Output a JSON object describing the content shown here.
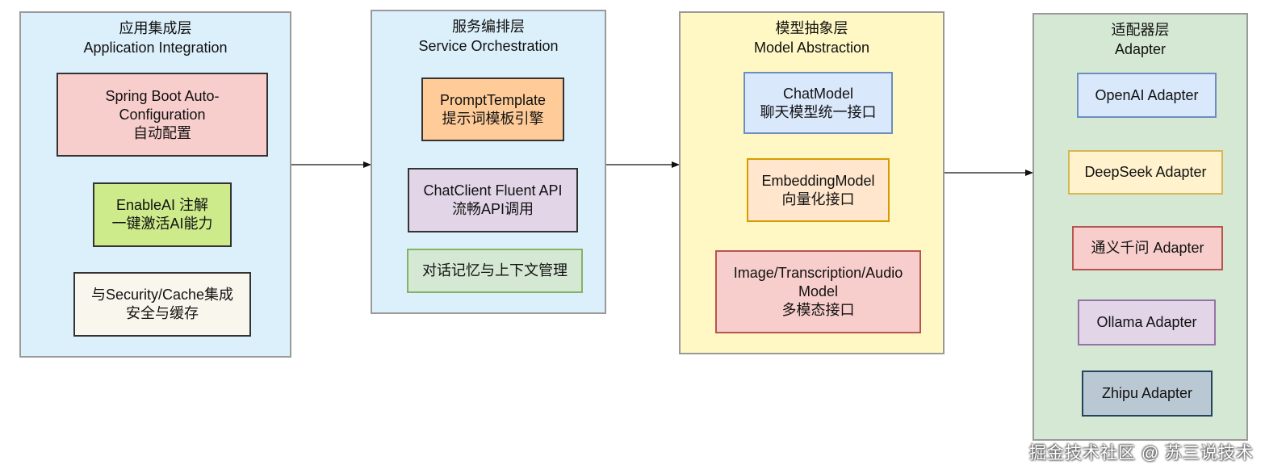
{
  "colors": {
    "layer_app": "#dcf0fb",
    "layer_service": "#dcf0fb",
    "layer_model": "#fff8c4",
    "layer_adapter": "#d5e8d4",
    "red": "#f8cecc",
    "green": "#cdeb8b",
    "cream": "#f9f7ed",
    "orange": "#ffcc99",
    "purple": "#e1d5e7",
    "lightgreen": "#d5e8d4",
    "blue": "#dae8fc",
    "peach": "#ffe6cc",
    "yellow": "#fff2cc",
    "slate": "#bac8d3"
  },
  "layers": {
    "app": {
      "title_cn": "应用集成层",
      "title_en": "Application Integration",
      "nodes": [
        {
          "line1": "Spring Boot Auto-",
          "line2": "Configuration",
          "line3": "自动配置"
        },
        {
          "line1": "EnableAI 注解",
          "line2": "一键激活AI能力"
        },
        {
          "line1": "与Security/Cache集成",
          "line2": "安全与缓存"
        }
      ]
    },
    "service": {
      "title_cn": "服务编排层",
      "title_en": "Service Orchestration",
      "nodes": [
        {
          "line1": "PromptTemplate",
          "line2": "提示词模板引擎"
        },
        {
          "line1": "ChatClient Fluent API",
          "line2": "流畅API调用"
        },
        {
          "line1": "对话记忆与上下文管理"
        }
      ]
    },
    "model": {
      "title_cn": "模型抽象层",
      "title_en": "Model Abstraction",
      "nodes": [
        {
          "line1": "ChatModel",
          "line2": "聊天模型统一接口"
        },
        {
          "line1": "EmbeddingModel",
          "line2": "向量化接口"
        },
        {
          "line1": "Image/Transcription/Audio",
          "line2": "Model",
          "line3": "多模态接口"
        }
      ]
    },
    "adapter": {
      "title_cn": "适配器层",
      "title_en": "Adapter",
      "nodes": [
        {
          "line1": "OpenAI Adapter"
        },
        {
          "line1": "DeepSeek Adapter"
        },
        {
          "line1": "通义千问 Adapter"
        },
        {
          "line1": "Ollama Adapter"
        },
        {
          "line1": "Zhipu Adapter"
        }
      ]
    }
  },
  "watermark": "掘金技术社区 @ 苏三说技术"
}
